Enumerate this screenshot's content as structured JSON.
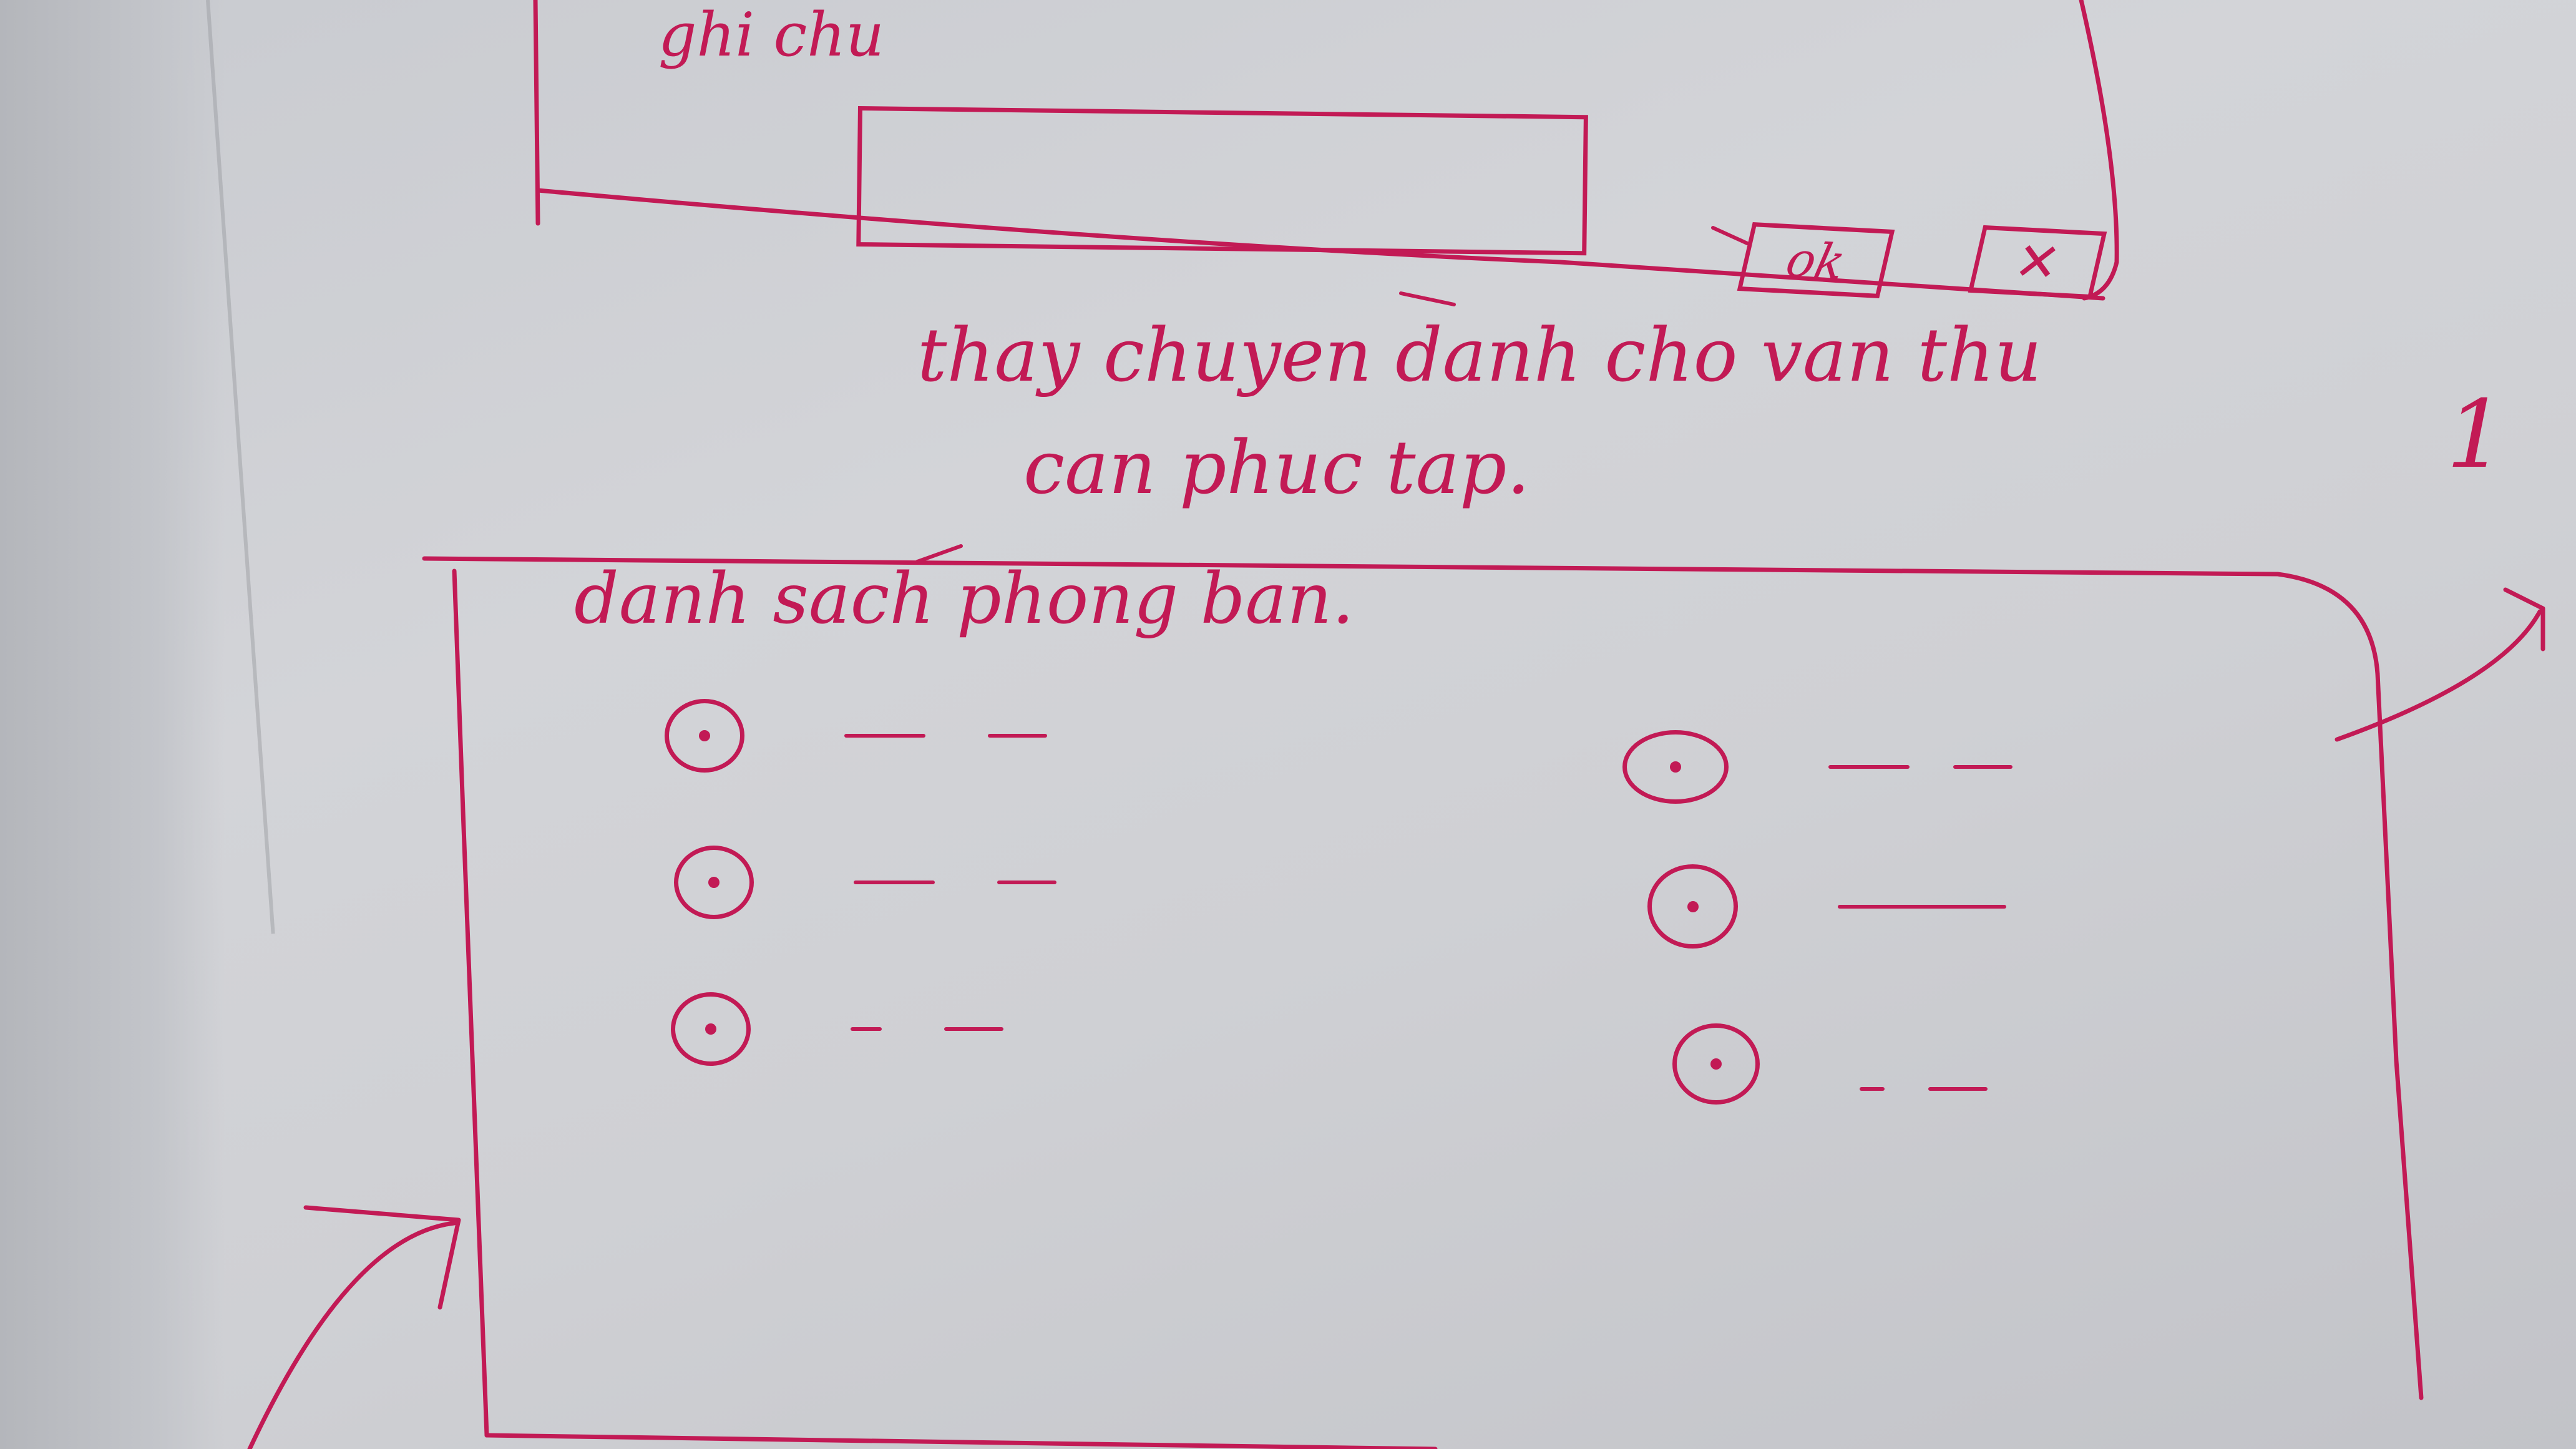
{
  "dialog_top": {
    "note_label": "ghi chu",
    "note_value": "",
    "ok_label": "ok",
    "close_label": "✕"
  },
  "captions": {
    "line1": "thay chuyen danh cho van thu",
    "line2": "can phuc tap."
  },
  "panel": {
    "title": "danh sach phong ban."
  },
  "page_marker": "1",
  "options": {
    "left": [
      {
        "label_a": "",
        "label_b": ""
      },
      {
        "label_a": "",
        "label_b": ""
      },
      {
        "label_a": "",
        "label_b": ""
      }
    ],
    "right": [
      {
        "label_a": "",
        "label_b": ""
      },
      {
        "label_a": "",
        "label_b": ""
      },
      {
        "label_a": "",
        "label_b": ""
      }
    ]
  },
  "colors": {
    "ink": "#c21a55",
    "paper": "#d3d4d8"
  }
}
